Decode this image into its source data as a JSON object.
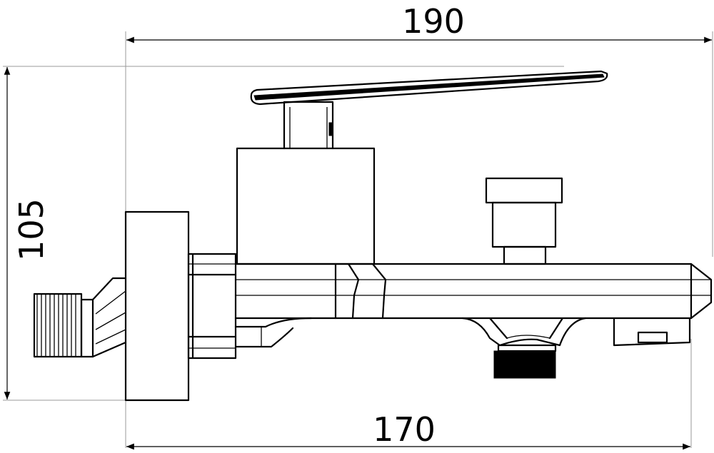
{
  "dimensions": {
    "overall_width": "190",
    "base_width": "170",
    "height": "105"
  }
}
